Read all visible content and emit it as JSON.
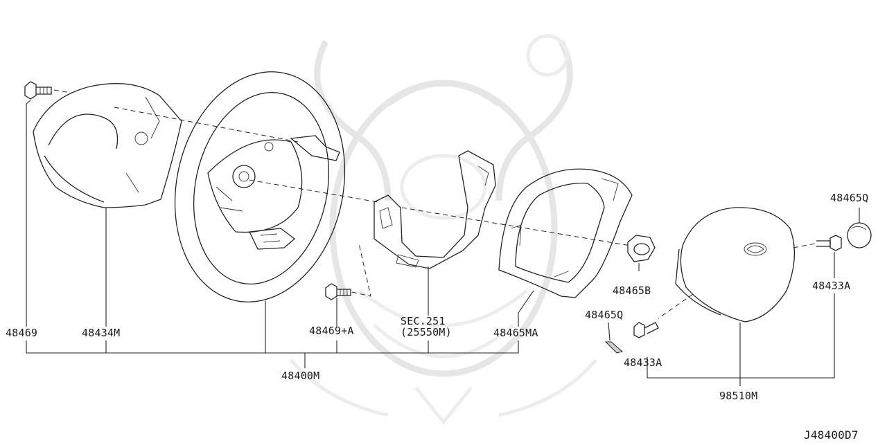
{
  "diagram_code": "J48400D7",
  "labels": {
    "p48469": "48469",
    "p48434M": "48434M",
    "p48400M": "48400M",
    "p48469A": "48469+A",
    "sec_line1": "SEC.251",
    "sec_line2": "(25550M)",
    "p48465MA": "48465MA",
    "p48465B": "48465B",
    "p48465Q_top": "48465Q",
    "p48433A_right": "48433A",
    "p48465Q_mid": "48465Q",
    "p48433A_mid": "48433A",
    "p98510M": "98510M"
  }
}
